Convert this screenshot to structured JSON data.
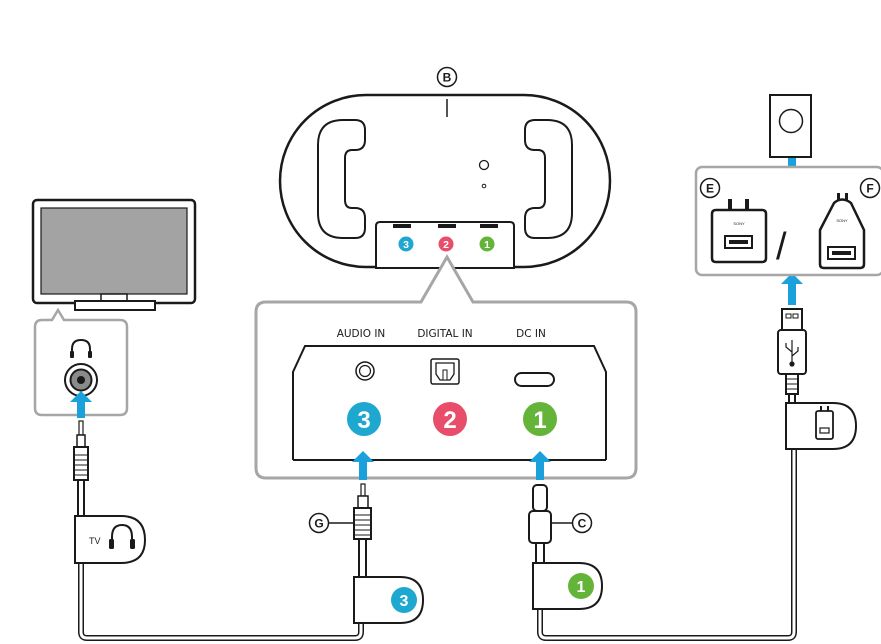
{
  "colors": {
    "cyan": "#1ea8d0",
    "pink": "#e84d69",
    "green": "#64b43a",
    "arrow": "#1aa1dc",
    "outline": "#1a1a1a",
    "panel_border": "#a6a6a6"
  },
  "speaker": {
    "label": "B",
    "port_numbers": [
      "3",
      "2",
      "1"
    ]
  },
  "panel": {
    "ports": [
      {
        "label": "AUDIO IN",
        "number": "3",
        "color": "cyan"
      },
      {
        "label": "DIGITAL IN",
        "number": "2",
        "color": "pink"
      },
      {
        "label": "DC IN",
        "number": "1",
        "color": "green"
      }
    ]
  },
  "tv": {
    "jack_icon": "headphone-icon"
  },
  "audio_cable": {
    "tag_text": "TV",
    "tag_icon": "headphone-icon",
    "plug_label": "G",
    "tag_number": "3"
  },
  "usb_cable": {
    "plug_label": "C",
    "tag_number": "1",
    "tag_icon": "ac-adapter-icon"
  },
  "adapters": {
    "left_label": "E",
    "right_label": "F",
    "separator": "/",
    "brand": "SONY"
  },
  "wall_outlet": {
    "icon": "wall-outlet-icon"
  }
}
